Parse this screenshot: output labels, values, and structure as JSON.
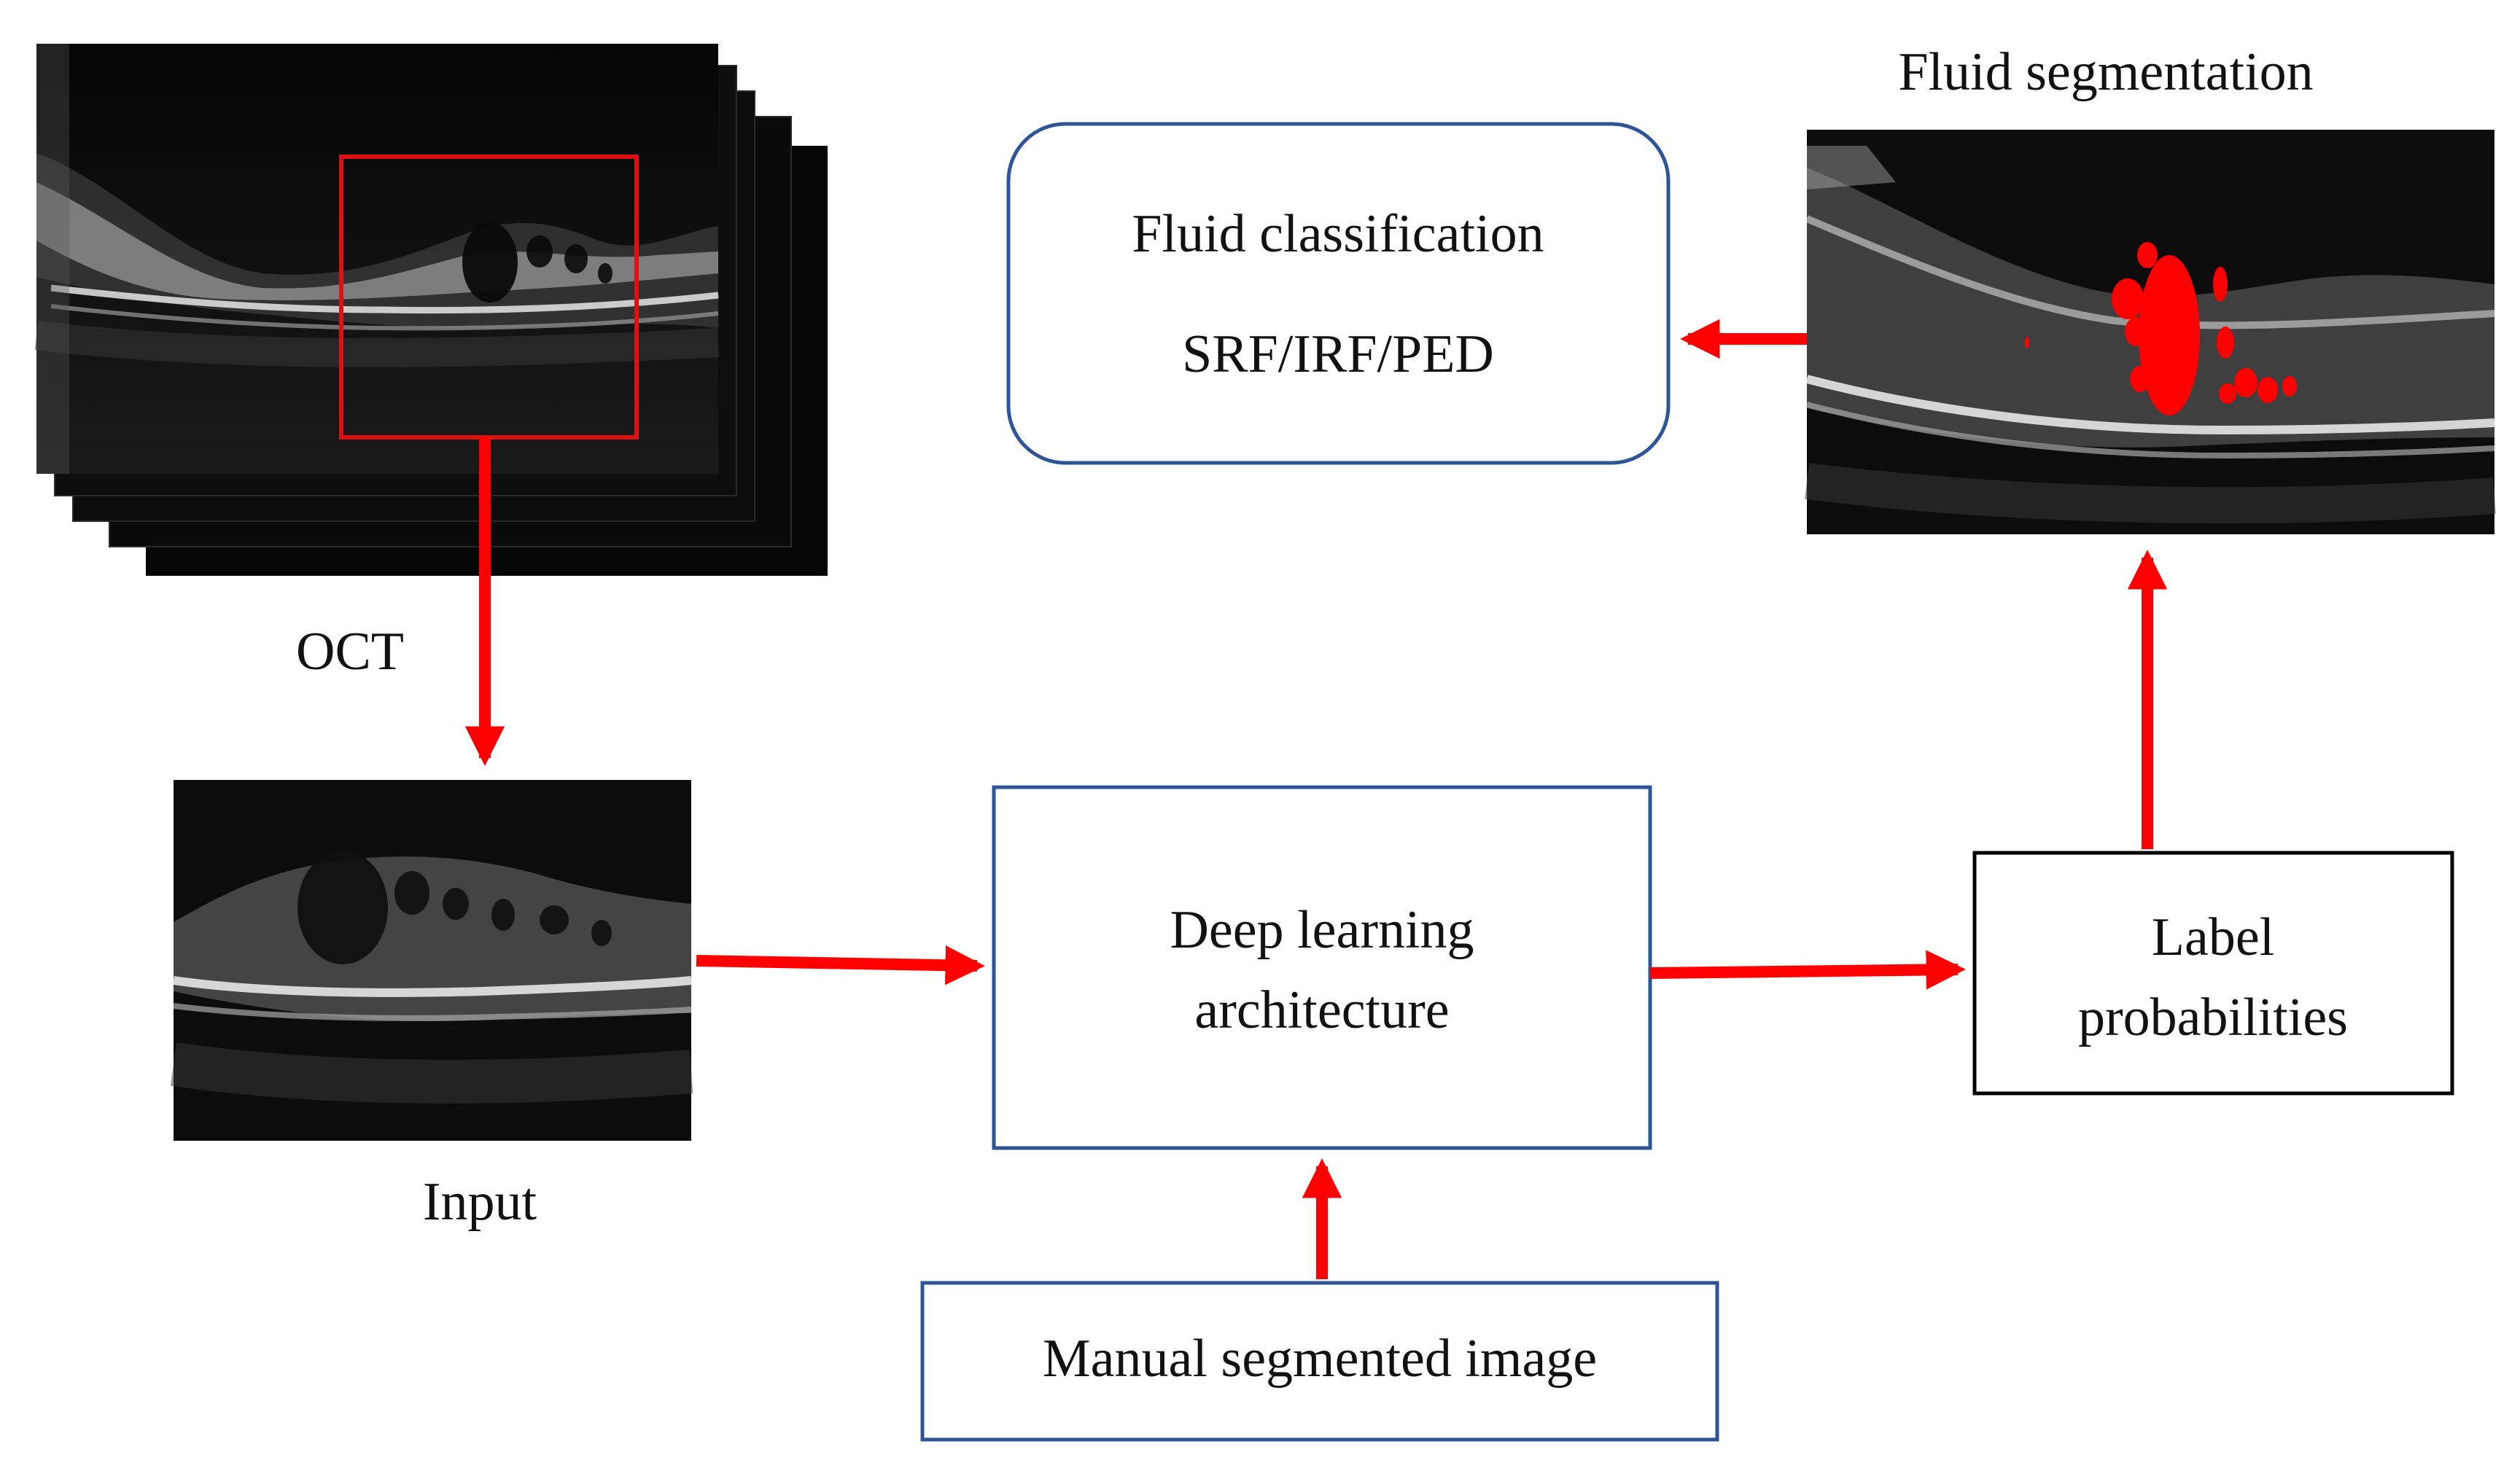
{
  "labels": {
    "oct": "OCT",
    "input": "Input",
    "fluid_segmentation": "Fluid segmentation",
    "fluid_classification_line1": "Fluid classification",
    "fluid_classification_line2": "SRF/IRF/PED",
    "deep_learning_line1": "Deep learning",
    "deep_learning_line2": "architecture",
    "label_prob_line1": "Label",
    "label_prob_line2": "probabilities",
    "manual_segmented": "Manual segmented image"
  },
  "colors": {
    "arrow": "#ff0000",
    "roi_box": "#dd1111",
    "blue_box": "#2e5597",
    "black_box": "#000000",
    "fluid_mask": "#ff0000",
    "oct_background": "#050505"
  },
  "flows": [
    [
      "OCT",
      "Input"
    ],
    [
      "Input",
      "Deep learning architecture"
    ],
    [
      "Manual segmented image",
      "Deep learning architecture"
    ],
    [
      "Deep learning architecture",
      "Label probabilities"
    ],
    [
      "Label probabilities",
      "Fluid segmentation"
    ],
    [
      "Fluid segmentation",
      "Fluid classification"
    ]
  ]
}
